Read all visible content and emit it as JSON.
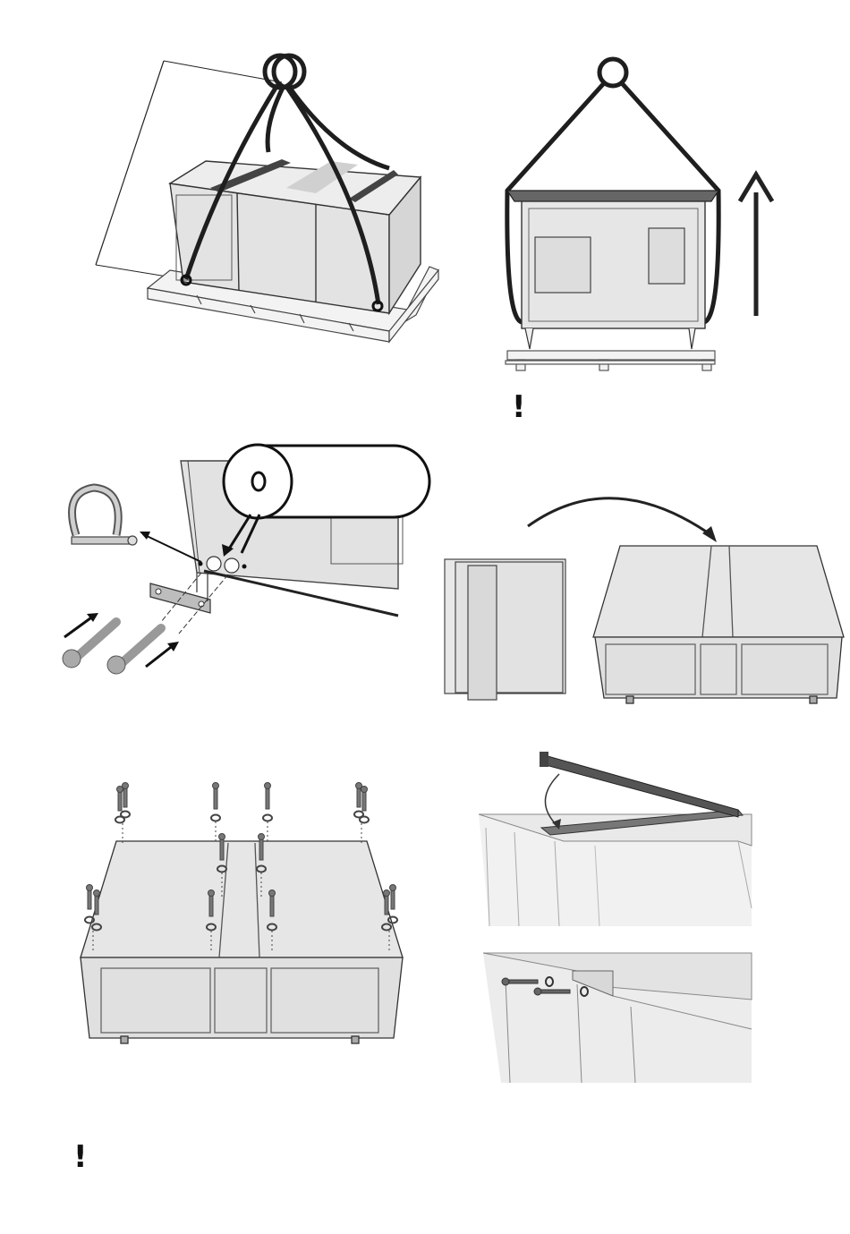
{
  "page": {
    "title": "",
    "warnings": [
      {
        "id": "warning-lift",
        "text": "!"
      },
      {
        "id": "warning-bottom",
        "text": "!"
      }
    ]
  },
  "steps": [
    {
      "id": "step-lift-four-point",
      "icon": "crane-ring-icon"
    },
    {
      "id": "step-lift-vertical",
      "icon": "up-arrow-icon"
    },
    {
      "id": "step-pin-shackle",
      "icon": "shackle-icon"
    },
    {
      "id": "step-place-roof",
      "icon": "curved-arrow-icon"
    },
    {
      "id": "step-roof-bolts",
      "icon": "eye-bolt-icon"
    },
    {
      "id": "step-ridge-cover",
      "icon": "ridge-cap-icon"
    }
  ],
  "colors": {
    "line": "#222222",
    "panel_fill": "#e4e4e4",
    "panel_light": "#eeeeee",
    "strap": "#2a2a2a",
    "pallet": "#f2f2f2",
    "bolt": "#666666"
  }
}
